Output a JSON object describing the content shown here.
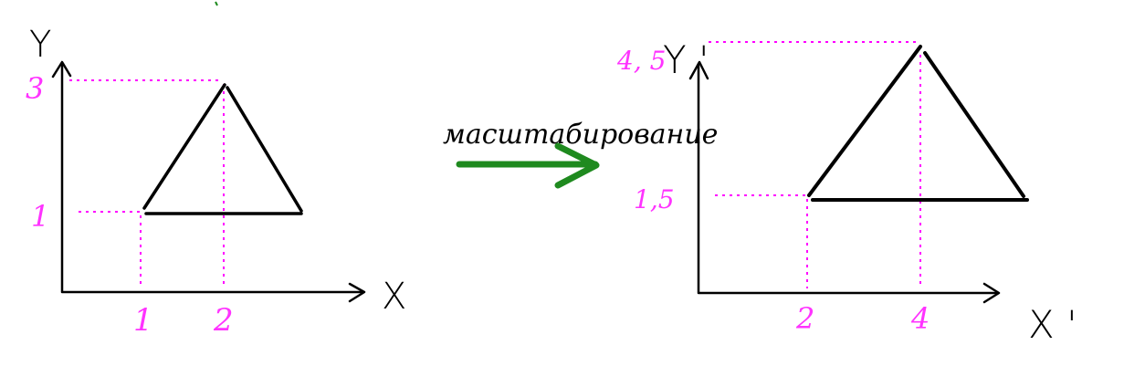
{
  "colors": {
    "ink": "#000000",
    "guide": "#ff00ff",
    "arrow": "#1f8a1f",
    "label": "#ff33ff"
  },
  "left_plot": {
    "x_axis_label": "X",
    "y_axis_label": "Y",
    "x_ticks": [
      "1",
      "2"
    ],
    "y_ticks": [
      "3",
      "1"
    ]
  },
  "transform": {
    "label": "масштабирование"
  },
  "right_plot": {
    "x_axis_label": "X '",
    "y_axis_label": "Y '",
    "x_ticks": [
      "2",
      "4"
    ],
    "y_ticks": [
      "4, 5",
      "1,5"
    ]
  }
}
